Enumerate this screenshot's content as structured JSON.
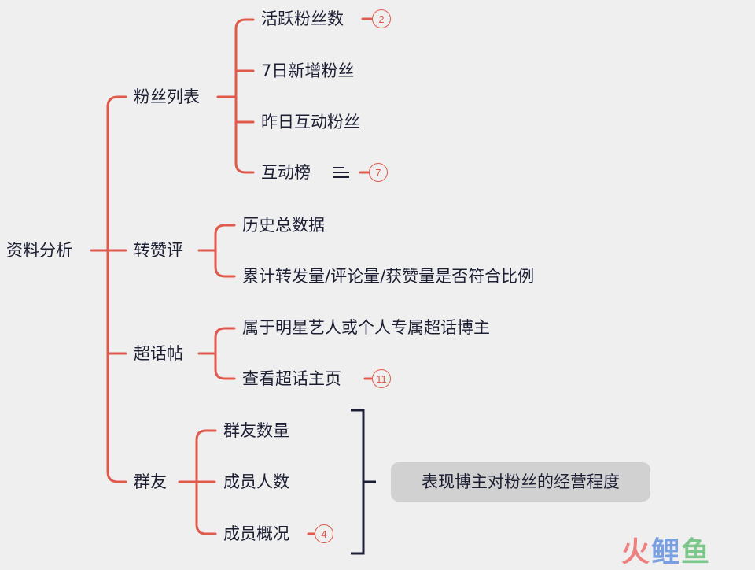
{
  "root": {
    "label": "资料分析"
  },
  "branches": [
    {
      "label": "粉丝列表",
      "children": [
        {
          "label": "活跃粉丝数",
          "badge": "2"
        },
        {
          "label": "7日新增粉丝"
        },
        {
          "label": "昨日互动粉丝"
        },
        {
          "label": "互动榜",
          "badge": "7",
          "icon": "notes-icon"
        }
      ]
    },
    {
      "label": "转赞评",
      "children": [
        {
          "label": "历史总数据"
        },
        {
          "label": "累计转发量/评论量/获赞量是否符合比例"
        }
      ]
    },
    {
      "label": "超话帖",
      "children": [
        {
          "label": "属于明星艺人或个人专属超话博主"
        },
        {
          "label": "查看超话主页",
          "badge": "11"
        }
      ]
    },
    {
      "label": "群友",
      "children": [
        {
          "label": "群友数量"
        },
        {
          "label": "成员人数"
        },
        {
          "label": "成员概况",
          "badge": "4"
        }
      ]
    }
  ],
  "summary": {
    "label": "表现博主对粉丝的经营程度"
  },
  "watermark": {
    "part1": "火",
    "part2": "鲤",
    "part3": "鱼"
  },
  "colors": {
    "line": "#e05a4b",
    "text": "#1c1f33",
    "bracket": "#1c1f33",
    "background": "#efefef",
    "summary_bg": "#d1d1d1"
  }
}
